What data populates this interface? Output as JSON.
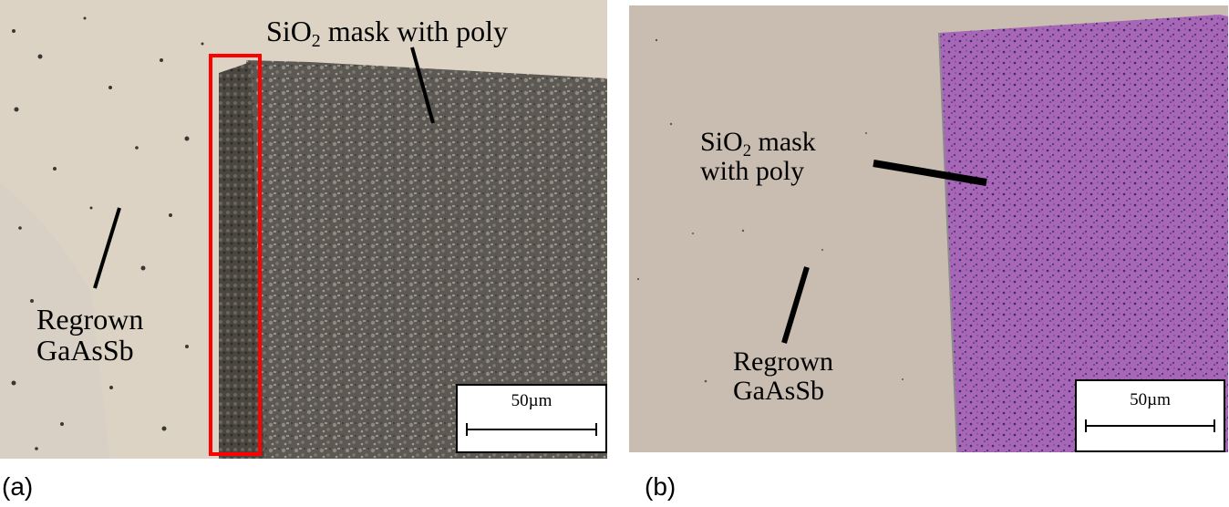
{
  "panel_a": {
    "label": "(a)",
    "annotation_mask_line1": "SiO",
    "annotation_mask_sub": "2",
    "annotation_mask_line2": " mask with poly",
    "annotation_regrown_line1": "Regrown",
    "annotation_regrown_line2": "GaAsSb",
    "scale_bar": "50µm",
    "colors": {
      "substrate": "#dcd3c4",
      "poly_mask": "#5f5b55",
      "highlight_box": "#ff0000"
    }
  },
  "panel_b": {
    "label": "(b)",
    "annotation_mask_line1": "SiO",
    "annotation_mask_sub": "2",
    "annotation_mask_line1_rest": " mask",
    "annotation_mask_line2": "with poly",
    "annotation_regrown_line1": "Regrown",
    "annotation_regrown_line2": "GaAsSb",
    "scale_bar": "50µm",
    "colors": {
      "substrate": "#c9bcb1",
      "poly_mask": "#a766b6"
    }
  }
}
